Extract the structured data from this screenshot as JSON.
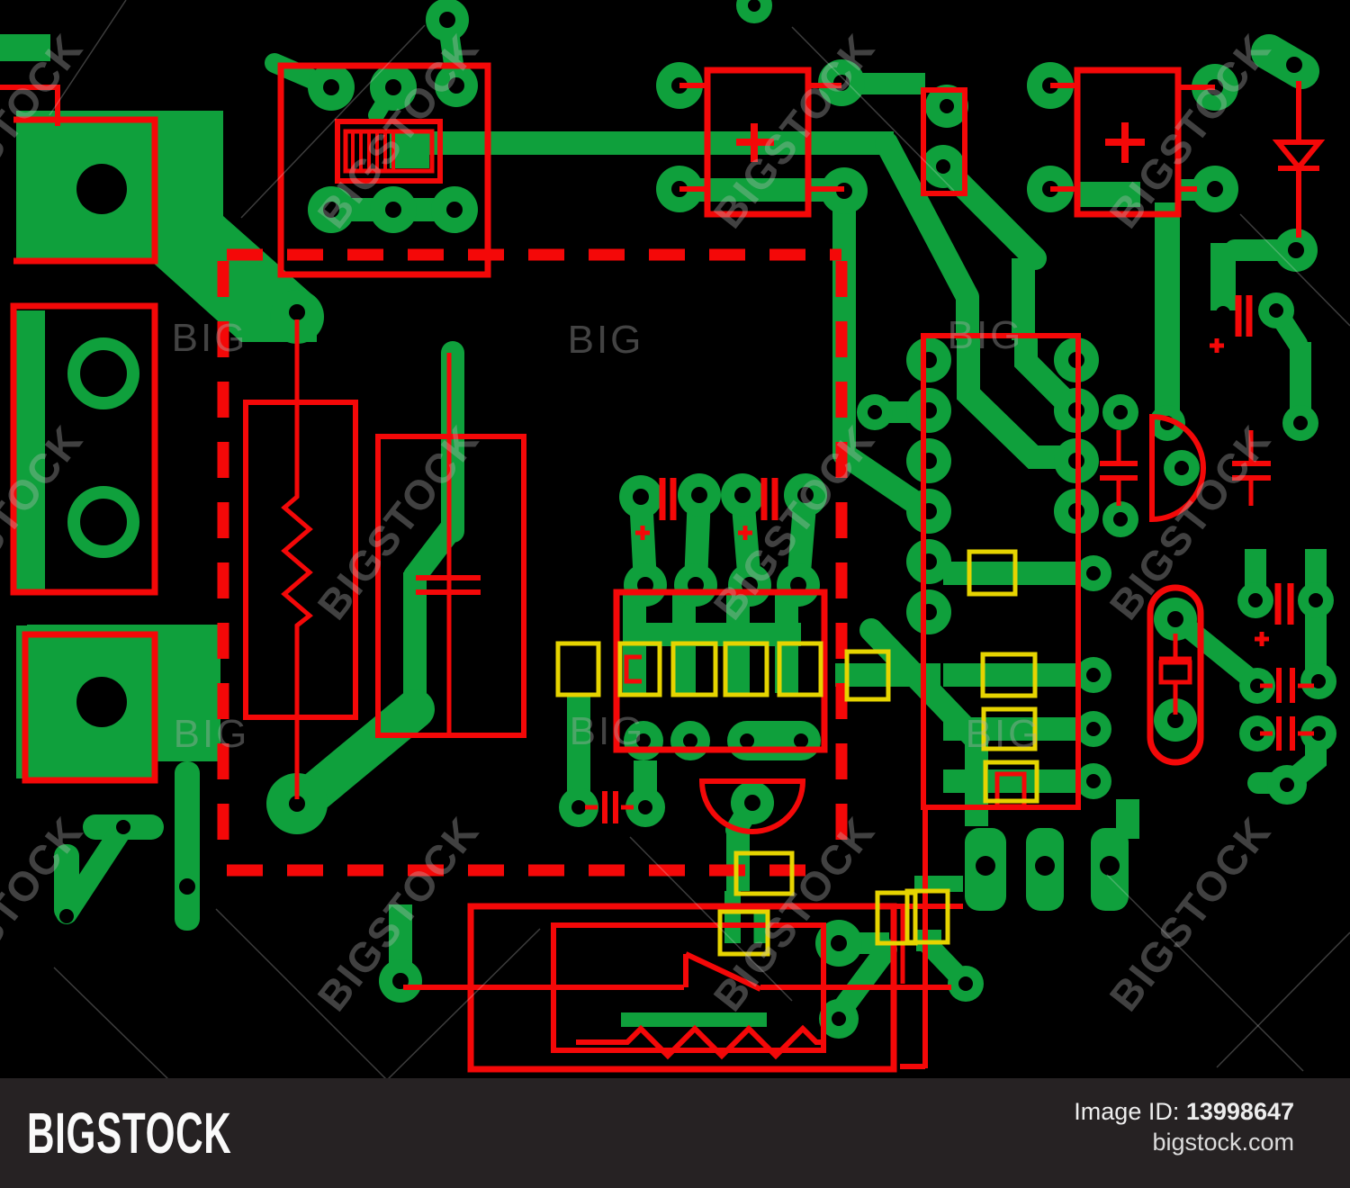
{
  "footer": {
    "logo_text": "BIGSTOCK",
    "image_id_label": "Image ID:",
    "image_id_value": "13998647",
    "website": "bigstock.com"
  },
  "watermark": {
    "tile_text": "BIGSTOCK",
    "small_text": "BIG"
  },
  "artwork": {
    "description": "Printed circuit board layout illustration: green copper traces and pads with black drill holes on a black board, red schematic component overlay (capacitors, diode, fuse, resistor zigzag, switch, transistors, IC outline, dashed keep-out box) and yellow SMD component outlines",
    "colors": {
      "board_background": "#000000",
      "copper_trace_green": "#0FA03C",
      "schematic_overlay_red": "#F40808",
      "component_outline_yellow": "#E6D400",
      "footer_bar_background": "#262223",
      "footer_text": "#F0F0F0"
    }
  }
}
